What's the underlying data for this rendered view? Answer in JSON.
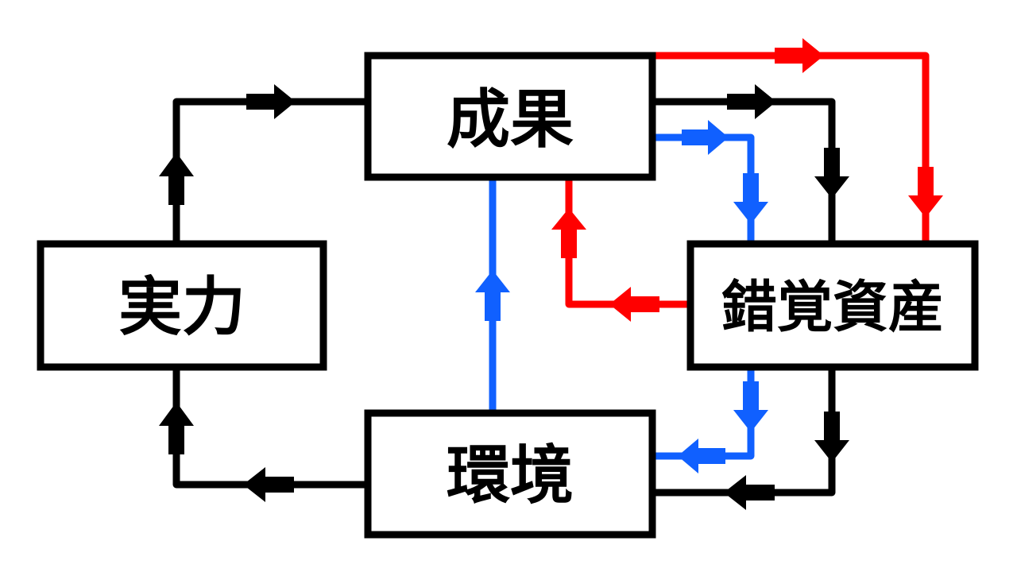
{
  "nodes": {
    "seika": {
      "label": "成果"
    },
    "jitsuryoku": {
      "label": "実力"
    },
    "sakkaku_shisan": {
      "label": "錯覚資産"
    },
    "kankyo": {
      "label": "環境"
    }
  },
  "colors": {
    "black": "#000000",
    "red": "#ff0000",
    "blue": "#1060ff"
  }
}
